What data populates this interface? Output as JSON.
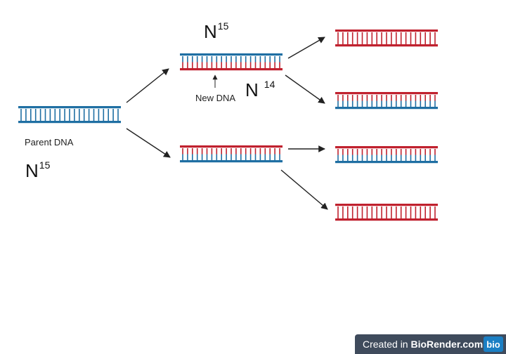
{
  "colors": {
    "n15_strand": "#1f6fa3",
    "n14_strand": "#c0212e",
    "arrow": "#222222",
    "badge_bg": "#3f4b5c",
    "badge_logo_bg": "#1b7fc4"
  },
  "labels": {
    "parent_dna": "Parent DNA",
    "new_dna": "New DNA"
  },
  "isotopes": {
    "parent": {
      "symbol": "N",
      "mass": "15"
    },
    "top_gen1": {
      "symbol": "N",
      "mass": "15"
    },
    "new_strand": {
      "symbol": "N",
      "mass": "14"
    }
  },
  "molecules": [
    {
      "id": "parent-dna",
      "top_strand": "N15",
      "bottom_strand": "N15"
    },
    {
      "id": "gen1-top",
      "top_strand": "N15",
      "bottom_strand": "N14"
    },
    {
      "id": "gen1-bottom",
      "top_strand": "N14",
      "bottom_strand": "N15"
    },
    {
      "id": "gen2-1",
      "top_strand": "N14",
      "bottom_strand": "N14"
    },
    {
      "id": "gen2-2",
      "top_strand": "N14",
      "bottom_strand": "N15"
    },
    {
      "id": "gen2-3",
      "top_strand": "N14",
      "bottom_strand": "N15"
    },
    {
      "id": "gen2-4",
      "top_strand": "N14",
      "bottom_strand": "N14"
    }
  ],
  "watermark": {
    "prefix": "Created in ",
    "brand": "BioRender.com",
    "logo": "bio"
  }
}
